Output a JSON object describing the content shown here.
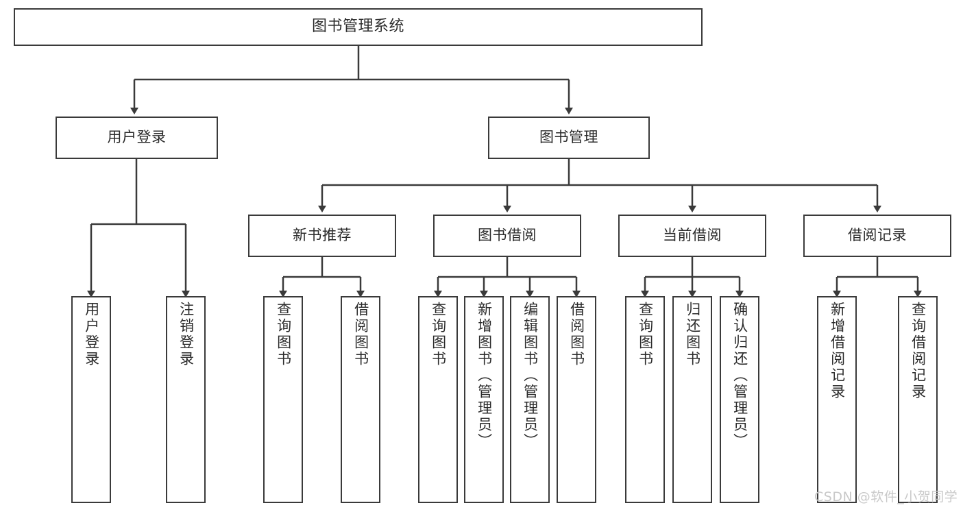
{
  "diagram": {
    "type": "tree",
    "title": "图书管理系统",
    "watermark": "CSDN @软件_小贺同学",
    "colors": {
      "box_border": "#3a3a3a",
      "box_fill": "#ffffff",
      "edge": "#3a3a3a",
      "text": "#2b2b2b",
      "watermark": "#c9c9c9"
    },
    "levels": {
      "root": {
        "label": "图书管理系统"
      },
      "level2": [
        {
          "label": "用户登录"
        },
        {
          "label": "图书管理"
        }
      ],
      "level3": [
        {
          "label": "新书推荐"
        },
        {
          "label": "图书借阅"
        },
        {
          "label": "当前借阅"
        },
        {
          "label": "借阅记录"
        }
      ],
      "leaves": {
        "user_login": [
          {
            "label": "用户登录"
          },
          {
            "label": "注销登录"
          }
        ],
        "new_book": [
          {
            "label": "查询图书"
          },
          {
            "label": "借阅图书"
          }
        ],
        "borrow": [
          {
            "label": "查询图书"
          },
          {
            "label": "新增图书（管理员）"
          },
          {
            "label": "编辑图书（管理员）"
          },
          {
            "label": "借阅图书"
          }
        ],
        "current": [
          {
            "label": "查询图书"
          },
          {
            "label": "归还图书"
          },
          {
            "label": "确认归还（管理员）"
          }
        ],
        "records": [
          {
            "label": "新增借阅记录"
          },
          {
            "label": "查询借阅记录"
          }
        ]
      }
    }
  }
}
